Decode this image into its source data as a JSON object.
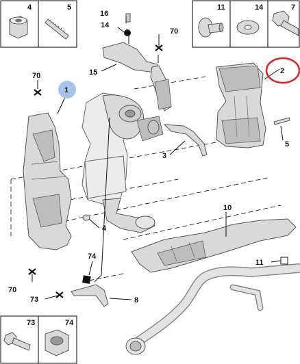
{
  "callouts": {
    "c1": "1",
    "c2": "2",
    "c3": "3",
    "c4": "4",
    "c5": "5",
    "c8": "8",
    "c10": "10",
    "c11": "11",
    "c14": "14",
    "c15": "15",
    "c16": "16",
    "c70a": "70",
    "c70b": "70",
    "c70c": "70",
    "c73": "73",
    "c74": "74"
  },
  "top_left_boxes": [
    "4",
    "5"
  ],
  "top_right_boxes": [
    "11",
    "14",
    "7"
  ],
  "bottom_left_boxes": [
    "73",
    "74"
  ],
  "colors": {
    "highlight_circle": "#e02020",
    "callout_bubble": "#a9c4ea",
    "line": "#111111",
    "part_fill": "#d9d9d9"
  }
}
